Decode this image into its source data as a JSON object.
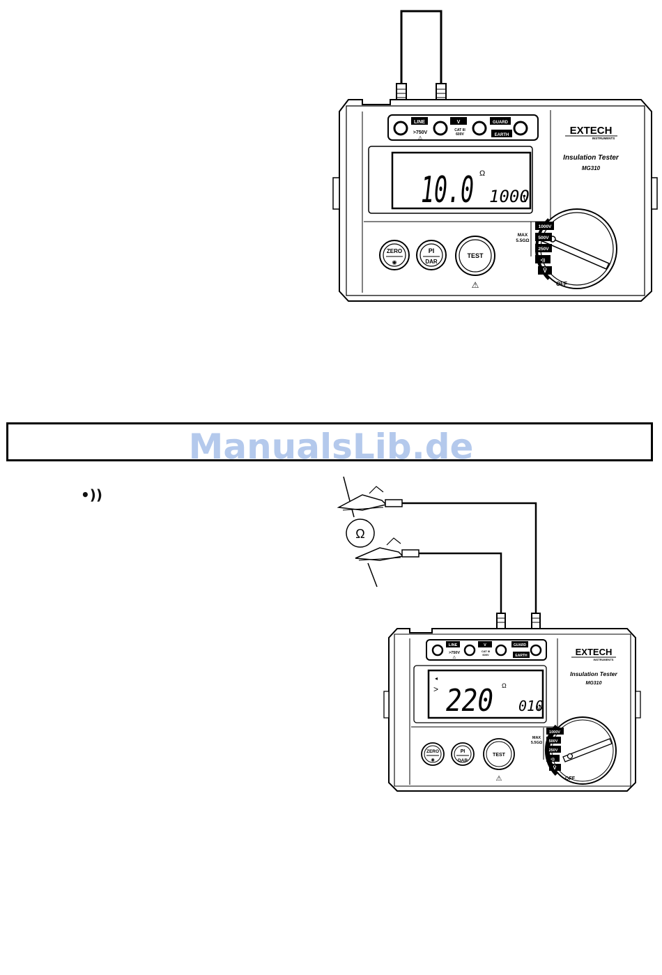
{
  "watermark": "ManualsLib.de",
  "continuity_icon": "•))",
  "meter_top": {
    "brand": "EXTECH",
    "brand_sub": "INSTRUMENTS",
    "product": "Insulation Tester",
    "model": "MG310",
    "terminals": {
      "line": "LINE",
      "v": "V",
      "guard": "GUARD",
      "earth": "EARTH",
      "line_note": ">750V",
      "cat": "CAT III",
      "cat_v": "600V"
    },
    "display": {
      "reading": "10.0",
      "unit": "Ω",
      "test_voltage": "1000",
      "voltage_unit": "V"
    },
    "buttons": {
      "zero": "ZERO",
      "pi": "PI",
      "dar": "DAR",
      "test": "TEST"
    },
    "dial": {
      "max_label": "MAX",
      "max_value": "5.5GΩ",
      "r1000": "1000V",
      "r500": "500V",
      "r250": "250V",
      "continuity": "•))",
      "volts": "Ṽ",
      "off": "OFF"
    }
  },
  "meter_bottom": {
    "brand": "EXTECH",
    "brand_sub": "INSTRUMENTS",
    "product": "Insulation Tester",
    "model": "MG310",
    "terminals": {
      "line": "LINE",
      "v": "V",
      "guard": "GUARD",
      "earth": "EARTH",
      "line_note": ">750V",
      "cat": "CAT III",
      "cat_v": "600V"
    },
    "display": {
      "reading": "220",
      "unit": "Ω",
      "test_voltage": "010",
      "voltage_unit": "V",
      "beeper_indicator": "◂",
      "gt_indicator": ">"
    },
    "buttons": {
      "zero": "ZERO",
      "pi": "PI",
      "dar": "DAR",
      "test": "TEST"
    },
    "dial": {
      "max_label": "MAX",
      "max_value": "5.5GΩ",
      "r1000": "1000V",
      "r500": "500V",
      "r250": "250V",
      "continuity": "•))",
      "volts": "Ṽ",
      "off": "OFF"
    }
  },
  "resistor_symbol": "Ω"
}
